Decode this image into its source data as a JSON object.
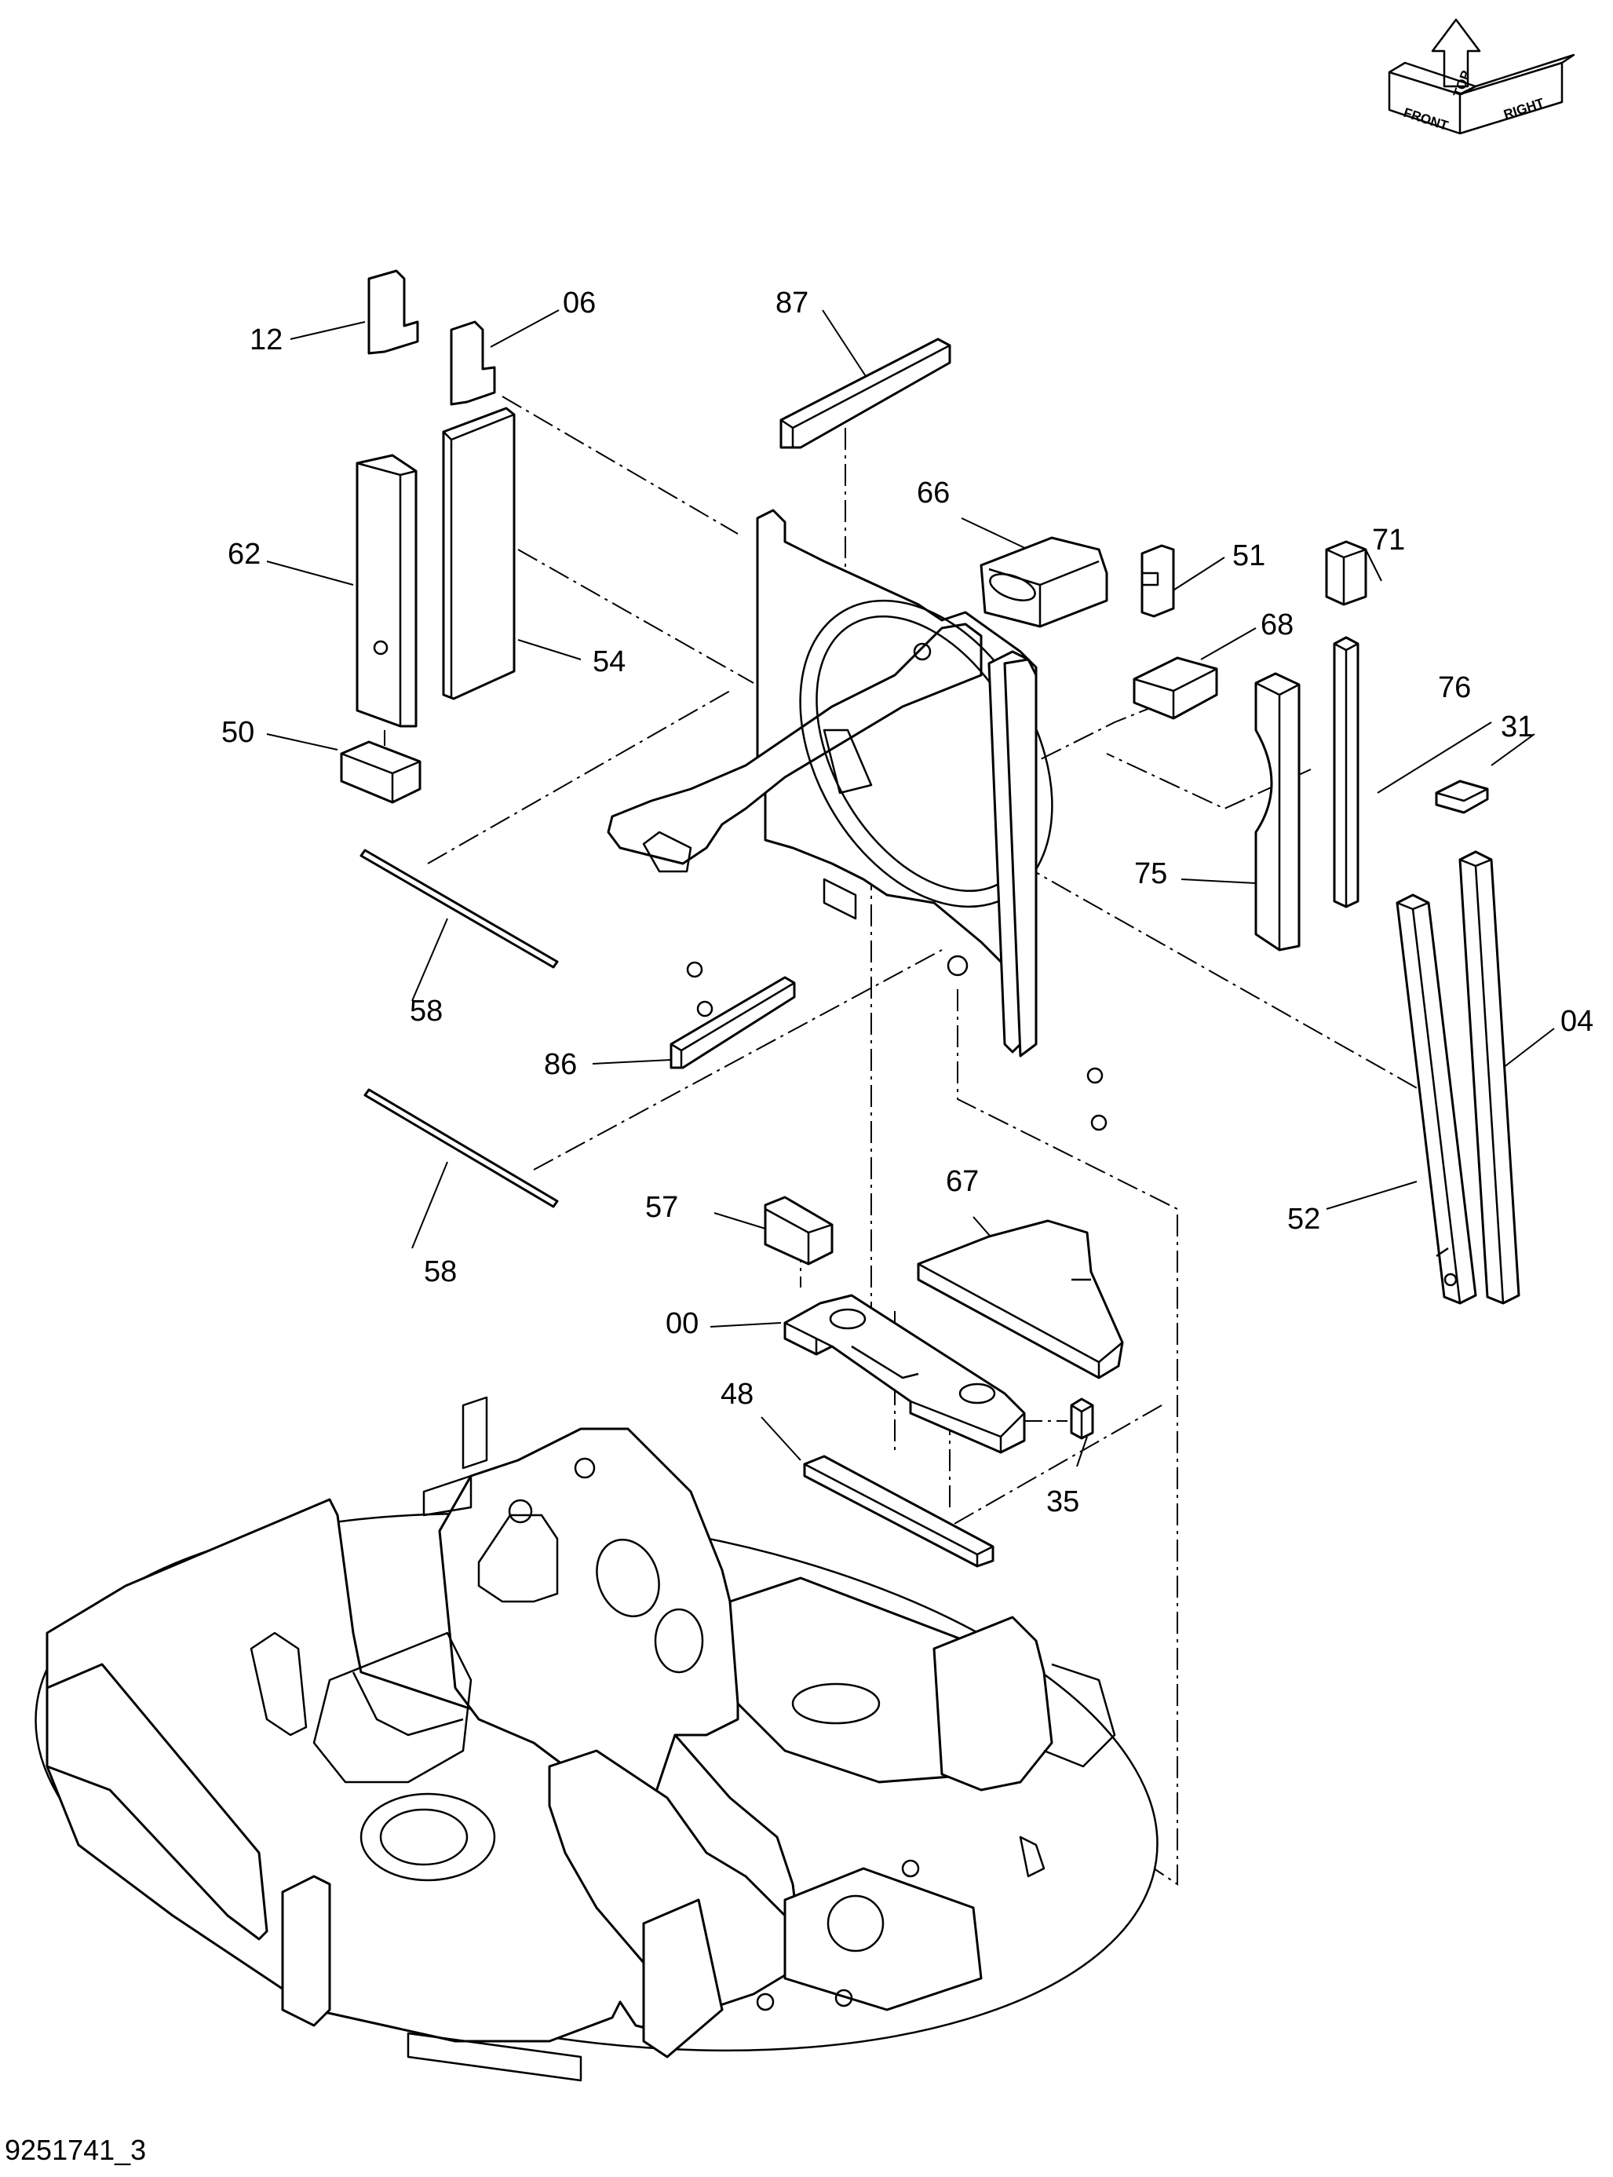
{
  "orientation": {
    "front": "FRONT",
    "top": "TOP",
    "right": "RIGHT"
  },
  "doc_id": "9251741_3",
  "parts": [
    {
      "label": "12"
    },
    {
      "label": "06"
    },
    {
      "label": "87"
    },
    {
      "label": "66"
    },
    {
      "label": "62"
    },
    {
      "label": "54"
    },
    {
      "label": "50"
    },
    {
      "label": "51"
    },
    {
      "label": "68"
    },
    {
      "label": "71"
    },
    {
      "label": "76"
    },
    {
      "label": "31"
    },
    {
      "label": "75"
    },
    {
      "label": "58"
    },
    {
      "label": "86"
    },
    {
      "label": "04"
    },
    {
      "label": "58"
    },
    {
      "label": "57"
    },
    {
      "label": "67"
    },
    {
      "label": "52"
    },
    {
      "label": "00"
    },
    {
      "label": "48"
    },
    {
      "label": "35"
    }
  ]
}
